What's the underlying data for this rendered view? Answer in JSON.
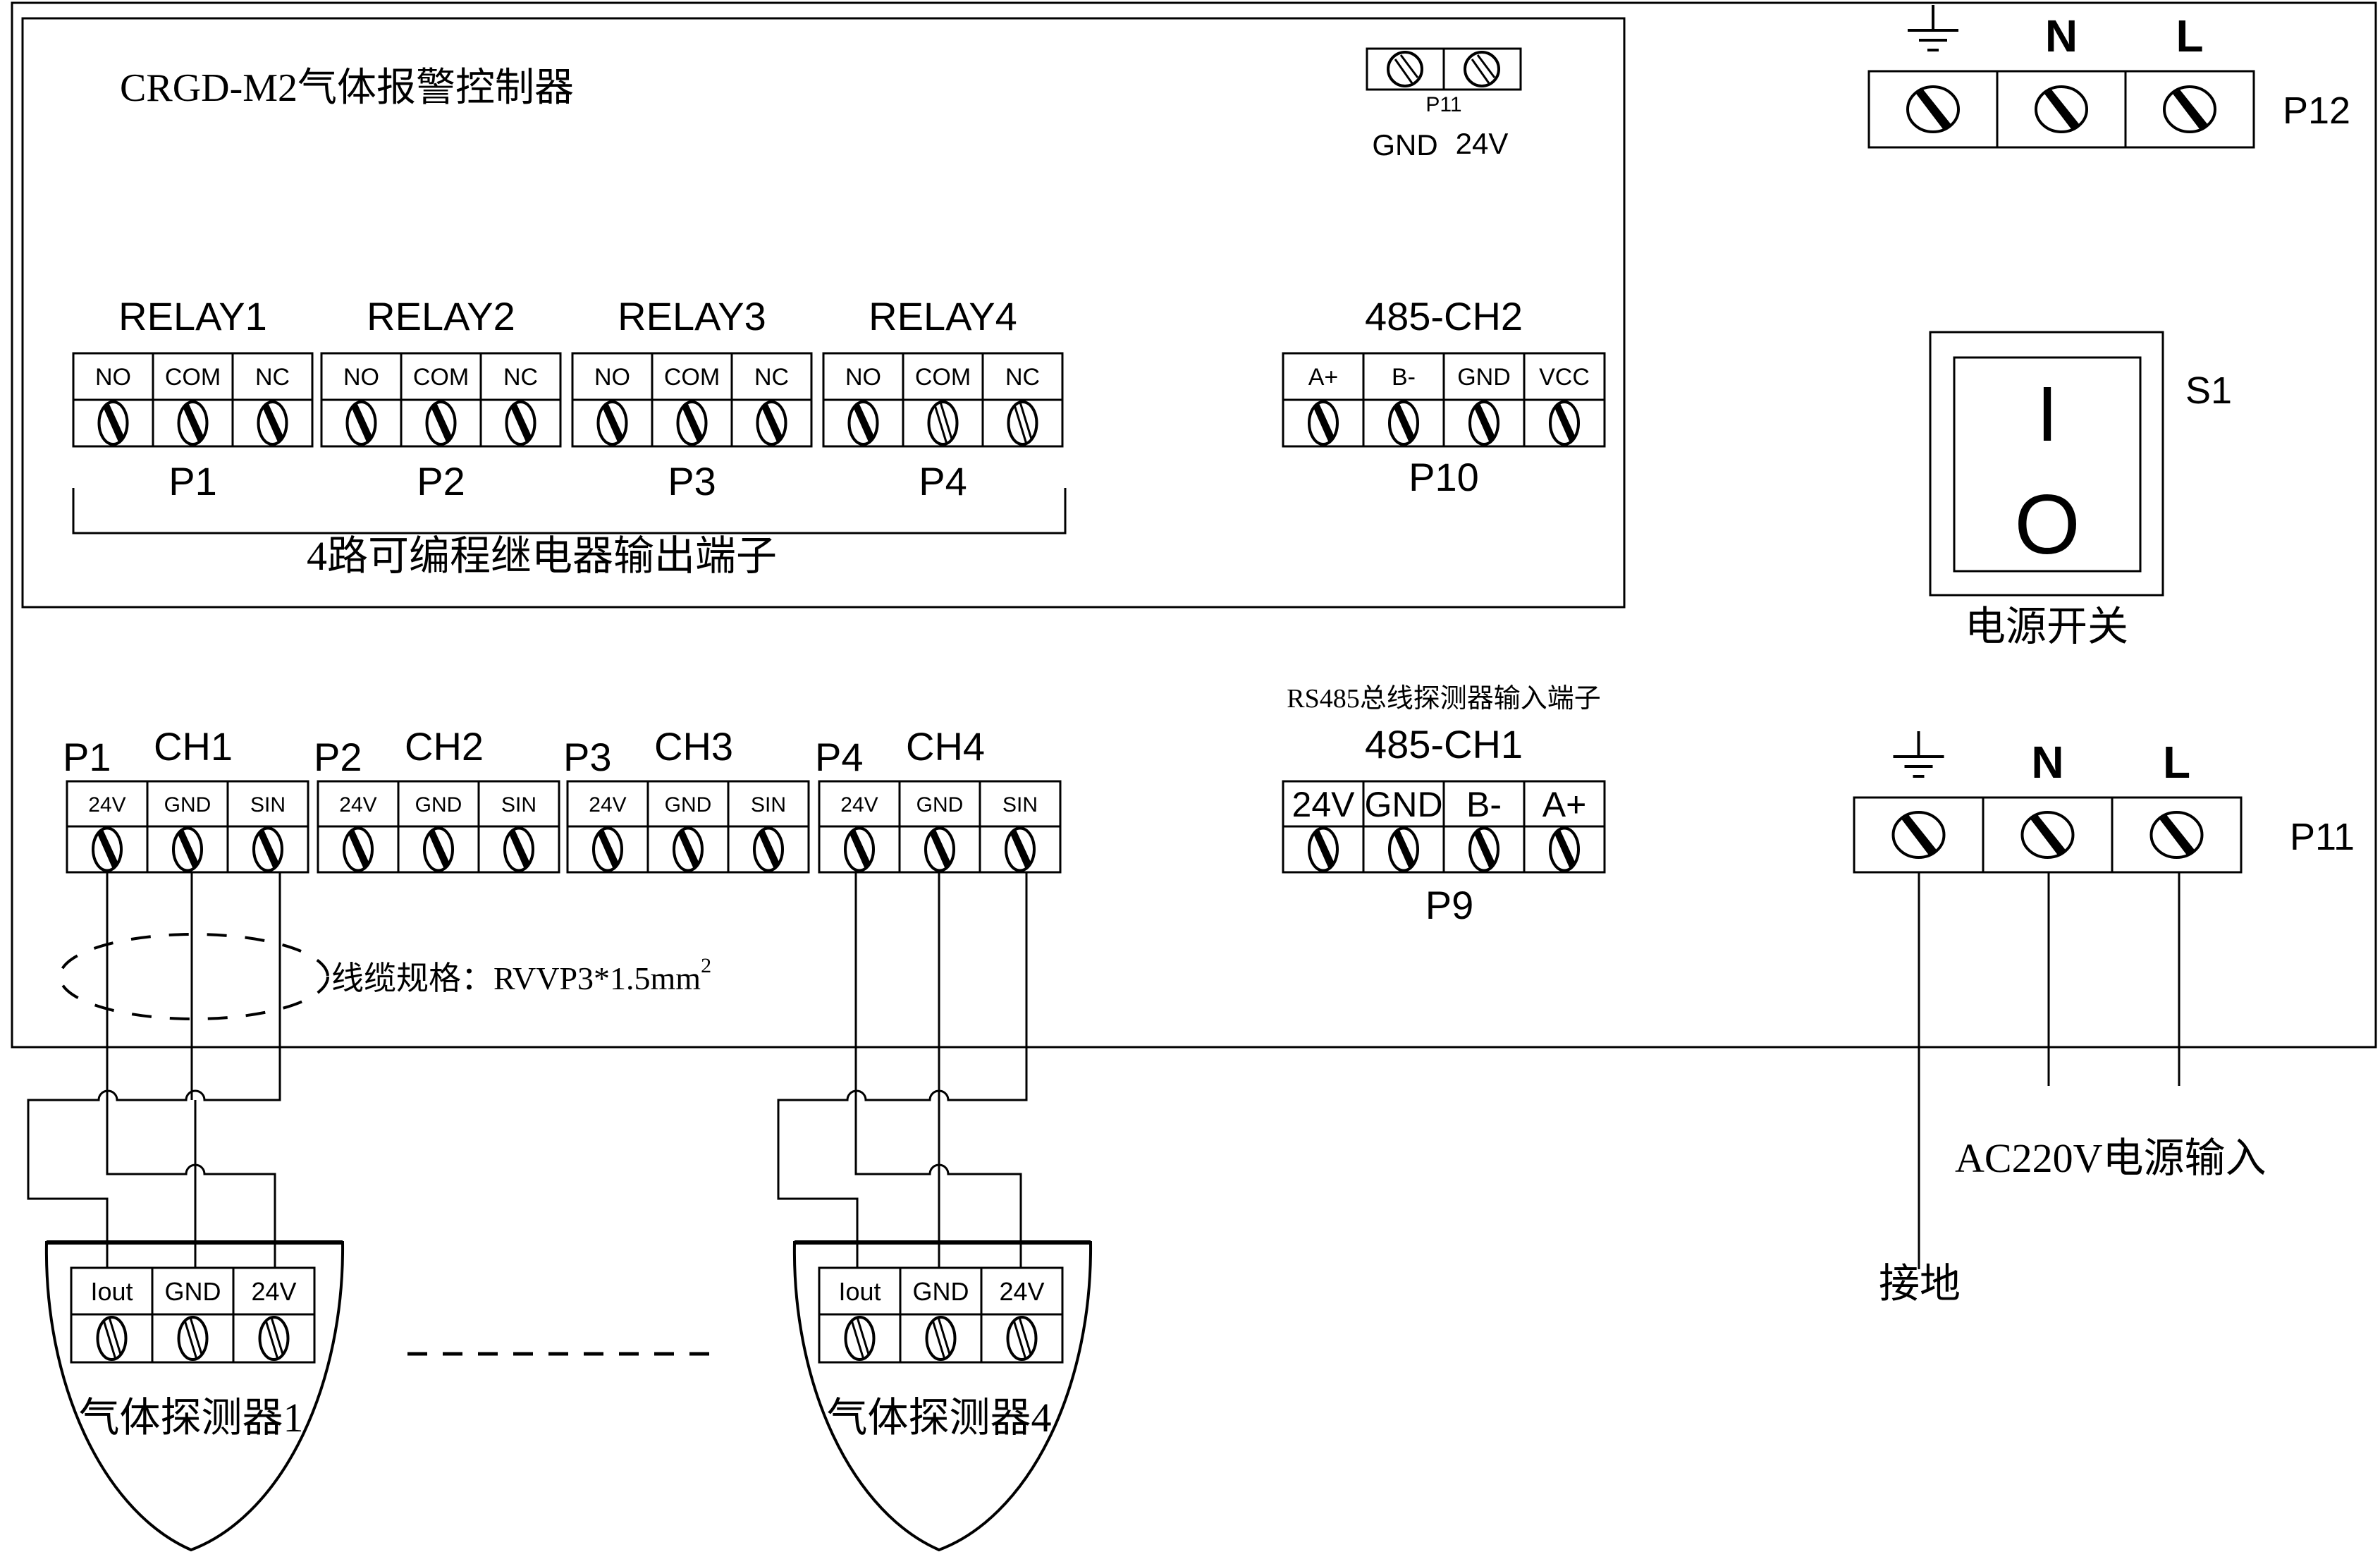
{
  "title": "CRGD-M2气体报警控制器",
  "p11_small": {
    "label": "P11",
    "pins": [
      "GND",
      "24V"
    ]
  },
  "relays": [
    {
      "name": "RELAY1",
      "port": "P1",
      "pins": [
        "NO",
        "COM",
        "NC"
      ]
    },
    {
      "name": "RELAY2",
      "port": "P2",
      "pins": [
        "NO",
        "COM",
        "NC"
      ]
    },
    {
      "name": "RELAY3",
      "port": "P3",
      "pins": [
        "NO",
        "COM",
        "NC"
      ]
    },
    {
      "name": "RELAY4",
      "port": "P4",
      "pins": [
        "NO",
        "COM",
        "NC"
      ]
    }
  ],
  "relay_group_label": "4路可编程继电器输出端子",
  "rs485_ch2": {
    "name": "485-CH2",
    "port": "P10",
    "pins": [
      "A+",
      "B-",
      "GND",
      "VCC"
    ]
  },
  "p12": {
    "label": "P12",
    "pins": [
      "ground-symbol",
      "N",
      "L"
    ]
  },
  "switch": {
    "label": "S1",
    "on": "I",
    "off": "O",
    "caption": "电源开关"
  },
  "rs485_caption": "RS485总线探测器输入端子",
  "rs485_ch1": {
    "name": "485-CH1",
    "port": "P9",
    "pins": [
      "24V",
      "GND",
      "B-",
      "A+"
    ]
  },
  "channels": [
    {
      "port": "P1",
      "name": "CH1",
      "pins": [
        "24V",
        "GND",
        "SIN"
      ]
    },
    {
      "port": "P2",
      "name": "CH2",
      "pins": [
        "24V",
        "GND",
        "SIN"
      ]
    },
    {
      "port": "P3",
      "name": "CH3",
      "pins": [
        "24V",
        "GND",
        "SIN"
      ]
    },
    {
      "port": "P4",
      "name": "CH4",
      "pins": [
        "24V",
        "GND",
        "SIN"
      ]
    }
  ],
  "p11_mains": {
    "label": "P11",
    "pins": [
      "ground-symbol",
      "N",
      "L"
    ]
  },
  "cable_spec": {
    "text": "线缆规格：RVVP3*1.5mm",
    "sup": "2"
  },
  "detectors": [
    {
      "name": "气体探测器1",
      "pins": [
        "Iout",
        "GND",
        "24V"
      ]
    },
    {
      "name": "气体探测器4",
      "pins": [
        "Iout",
        "GND",
        "24V"
      ]
    }
  ],
  "ac_input_label": "AC220V电源输入",
  "ground_label": "接地"
}
